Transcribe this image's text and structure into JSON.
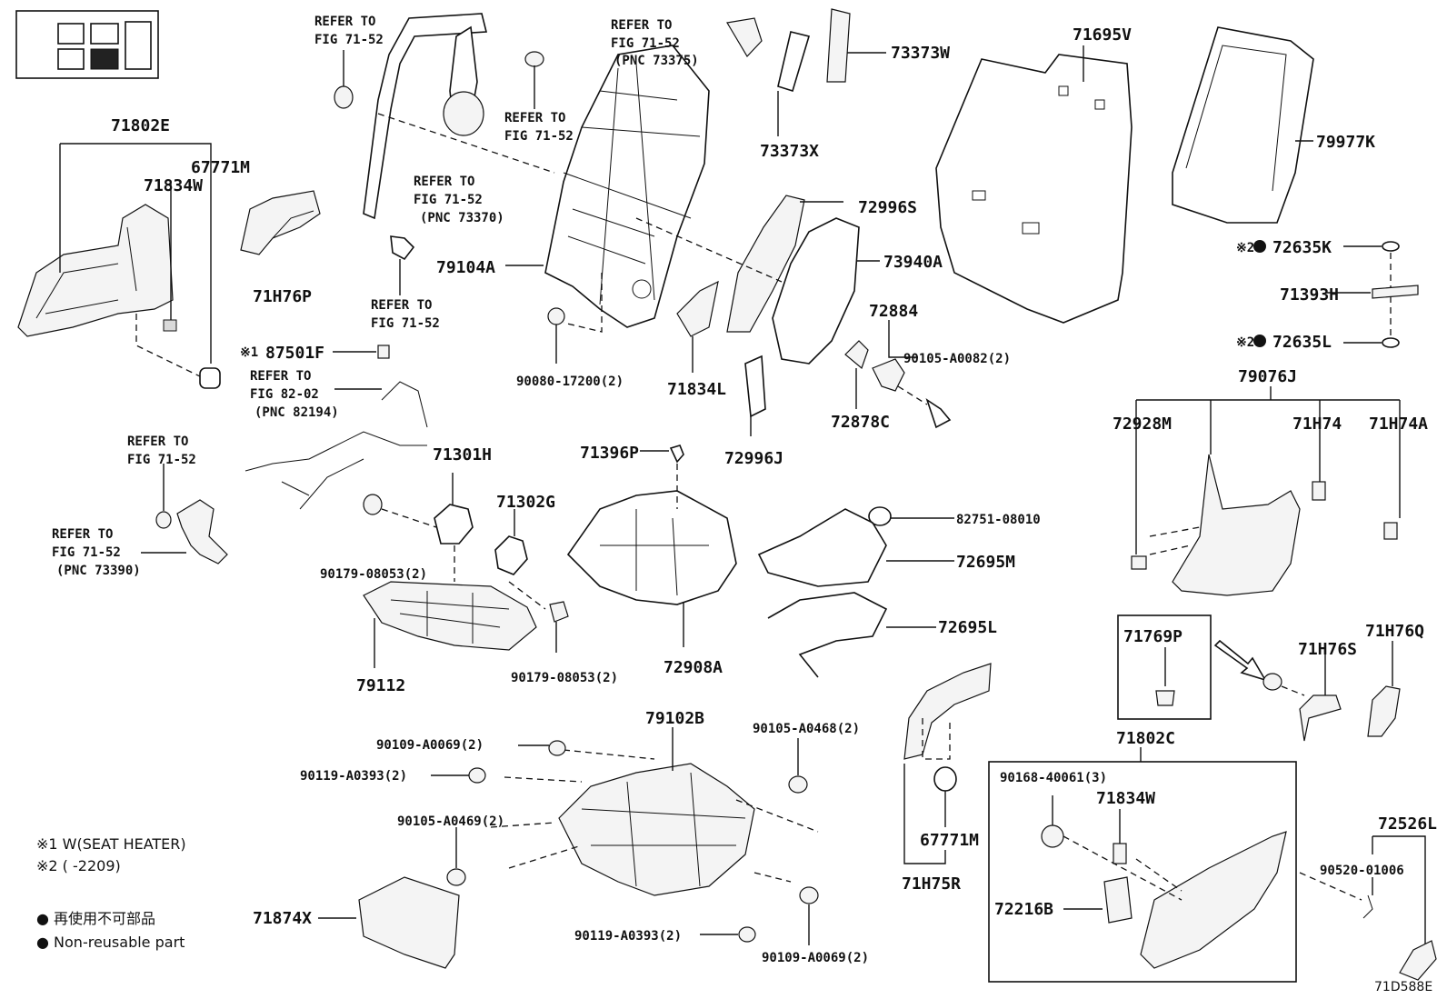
{
  "diagram_code": "71D588E",
  "labels": {
    "p71802E": "71802E",
    "p67771M_top": "67771M",
    "p71834W_top": "71834W",
    "p71H76P": "71H76P",
    "ref1_a": "REFER TO",
    "ref1_b": "FIG 71-52",
    "ref2_a": "REFER TO",
    "ref2_b": "FIG 71-52",
    "ref3_a": "REFER TO",
    "ref3_b": "FIG 71-52",
    "ref3_c": "(PNC 73370)",
    "ref4_a": "REFER TO",
    "ref4_b": "FIG 71-52",
    "ref5_a": "REFER TO",
    "ref5_b": "FIG 71-52",
    "ref5_c": "(PNC 73375)",
    "ref6_a": "REFER TO",
    "ref6_b": "FIG 82-02",
    "ref6_c": "(PNC 82194)",
    "ref7_a": "REFER TO",
    "ref7_b": "FIG 71-52",
    "ref8_a": "REFER TO",
    "ref8_b": "FIG 71-52",
    "ref8_c": "(PNC 73390)",
    "p73373W": "73373W",
    "p73373X": "73373X",
    "p71695V": "71695V",
    "p79977K": "79977K",
    "p72996S": "72996S",
    "p73940A": "73940A",
    "p79104A": "79104A",
    "p72884": "72884",
    "p90105A0082": "90105-A0082(2)",
    "p72878C": "72878C",
    "p90080": "90080-17200(2)",
    "p71834L": "71834L",
    "p72996J": "72996J",
    "p72635K_mark": "※2",
    "p72635K": "72635K",
    "p71393H": "71393H",
    "p72635L_mark": "※2",
    "p72635L": "72635L",
    "p79076J": "79076J",
    "p72928M": "72928M",
    "p71H74": "71H74",
    "p71H74A": "71H74A",
    "p87501F_mark": "※1",
    "p87501F": "87501F",
    "p71301H": "71301H",
    "p71396P": "71396P",
    "p71302G": "71302G",
    "p82751": "82751-08010",
    "p72695M": "72695M",
    "p72695L": "72695L",
    "p90179_a": "90179-08053(2)",
    "p90179_b": "90179-08053(2)",
    "p79112": "79112",
    "p72908A": "72908A",
    "p71769P": "71769P",
    "p71H76S": "71H76S",
    "p71H76Q": "71H76Q",
    "p71802C": "71802C",
    "p79102B": "79102B",
    "p90109_top": "90109-A0069(2)",
    "p90119_top": "90119-A0393(2)",
    "p90105A0468": "90105-A0468(2)",
    "p90105A0469": "90105-A0469(2)",
    "p90119_bot": "90119-A0393(2)",
    "p90109_bot": "90109-A0069(2)",
    "p71874X": "71874X",
    "p67771M_bot": "67771M",
    "p71H75R": "71H75R",
    "p90168": "90168-40061(3)",
    "p71834W_bot": "71834W",
    "p72216B": "72216B",
    "p72526L": "72526L",
    "p90520": "90520-01006"
  },
  "notes": {
    "note1": "※1 W(SEAT HEATER)",
    "note2": "※2 (      -2209)",
    "legend_jp": "● 再使用不可部品",
    "legend_en": "● Non-reusable part"
  }
}
